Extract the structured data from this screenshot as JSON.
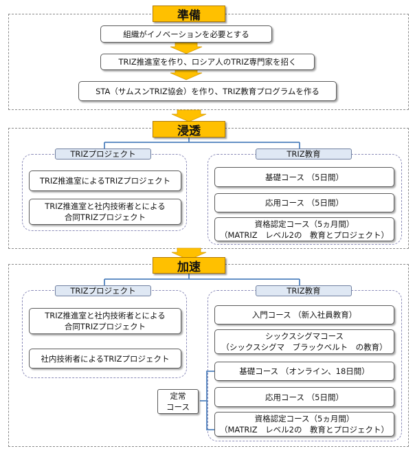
{
  "phases": {
    "junbi": {
      "title": "準備",
      "steps": [
        "組織がイノベーションを必要とする",
        "TRIZ推進室を作り、ロシア人のTRIZ専門家を招く",
        "STA（サムスンTRIZ協会）を作り、TRIZ教育プログラムを作る"
      ]
    },
    "shinto": {
      "title": "浸透",
      "project_header": "TRIZプロジェクト",
      "education_header": "TRIZ教育",
      "projects": [
        "TRIZ推進室によるTRIZプロジェクト",
        "TRIZ推進室と社内技術者とによる\n合同TRIZプロジェクト"
      ],
      "courses": [
        "基礎コース （5日間）",
        "応用コース （5日間）",
        "資格認定コース（5ヵ月間）\n（MATRIZ　レベル2の　教育とプロジェクト）"
      ]
    },
    "kasoku": {
      "title": "加速",
      "project_header": "TRIZプロジェクト",
      "education_header": "TRIZ教育",
      "projects": [
        "TRIZ推進室と社内技術者とによる\n合同TRIZプロジェクト",
        "社内技術者によるTRIZプロジェクト"
      ],
      "courses": [
        "入門コース （新入社員教育）",
        "シックスシグマコース\n（シックスシグマ　ブラックベルト　の教育）",
        "基礎コース （オンライン、18日間）",
        "応用コース （5日間）",
        "資格認定コース（5ヵ月間）\n（MATRIZ　レベル2の　教育とプロジェクト）"
      ],
      "regular_label": "定常\nコース"
    }
  },
  "colors": {
    "phase_fill": "#ffc000",
    "arrow_fill": "#ffc000",
    "header_fill": "#dfe8f4",
    "connector": "#4f81bd"
  }
}
